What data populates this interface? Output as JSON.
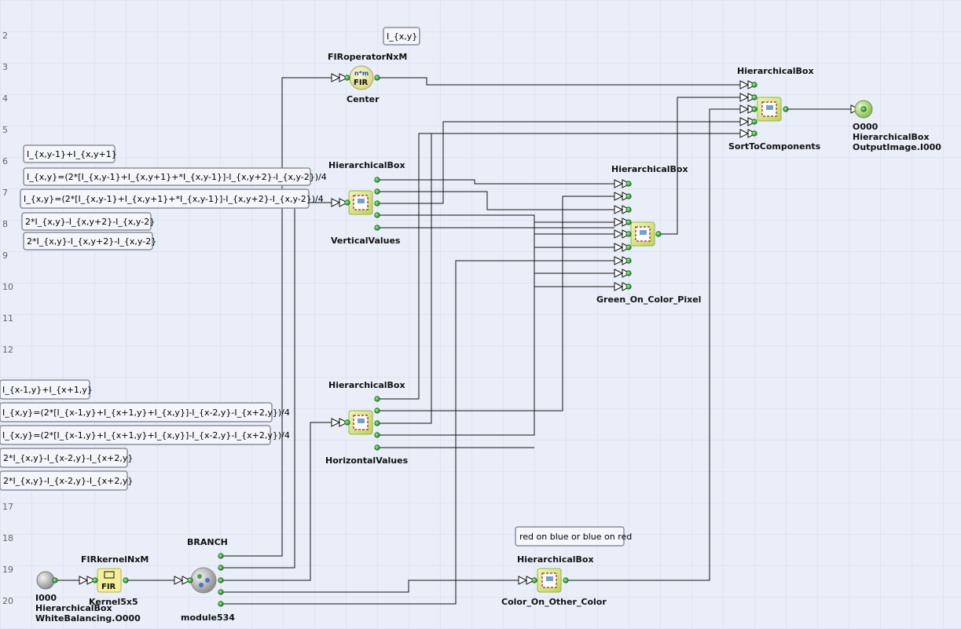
{
  "canvas": {
    "row_numbers": [
      "2",
      "3",
      "4",
      "5",
      "6",
      "7",
      "8",
      "9",
      "10",
      "11",
      "12",
      "17",
      "18",
      "19",
      "20"
    ]
  },
  "comments": {
    "ixy": "I_{x,y}",
    "v_sum": "I_{x,y-1}+I_{x,y+1}",
    "v_formula_1": "I_{x,y}=(2*[I_{x,y-1}+I_{x,y+1}+*I_{x,y-1}]-I_{x,y+2}-I_{x,y-2})/4",
    "v_formula_2": "I_{x,y}=(2*[I_{x,y-1}+I_{x,y+1}+*I_{x,y-1}]-I_{x,y+2}-I_{x,y-2})/4",
    "v_diff_1": "2*I_{x,y}-I_{x,y+2}-I_{x,y-2}",
    "v_diff_2": "2*I_{x,y}-I_{x,y+2}-I_{x,y-2}",
    "h_sum": "I_{x-1,y}+I_{x+1,y}",
    "h_formula_1": "I_{x,y}=(2*[I_{x-1,y}+I_{x+1,y}+I_{x,y}]-I_{x-2,y}-I_{x+2,y})/4",
    "h_formula_2": "I_{x,y}=(2*[I_{x-1,y}+I_{x+1,y}+I_{x,y}]-I_{x-2,y}-I_{x+2,y})/4",
    "h_diff_1": "2*I_{x,y}-I_{x-2,y}-I_{x+2,y}",
    "h_diff_2": "2*I_{x,y}-I_{x-2,y}-I_{x+2,y}",
    "color_note": "red on blue or blue on red"
  },
  "nodes": {
    "fir_center": {
      "title": "FIRoperatorNxM",
      "label": "Center",
      "glyph_top": "n*m",
      "glyph_bottom": "FIR"
    },
    "vertical": {
      "title": "HierarchicalBox",
      "label": "VerticalValues"
    },
    "horizontal": {
      "title": "HierarchicalBox",
      "label": "HorizontalValues"
    },
    "green": {
      "title": "HierarchicalBox",
      "label": "Green_On_Color_Pixel"
    },
    "sort": {
      "title": "HierarchicalBox",
      "label": "SortToComponents"
    },
    "color": {
      "title": "HierarchicalBox",
      "label": "Color_On_Other_Color"
    },
    "branch": {
      "title": "BRANCH",
      "label": "module534"
    },
    "kernel": {
      "title": "FIRkernelNxM",
      "label": "Kernel5x5",
      "glyph": "FIR"
    },
    "input": {
      "line1": "I000",
      "line2": "HierarchicalBox",
      "line3": "WhiteBalancing.O000"
    },
    "output": {
      "line1": "O000",
      "line2": "HierarchicalBox",
      "line3": "OutputImage.I000"
    }
  },
  "colors": {
    "background": "#e9eef9",
    "grid": "#d2daea",
    "port": "#2fa32f",
    "node_fill": "#d7ea8a",
    "comment_fill": "#f4f6fb"
  }
}
